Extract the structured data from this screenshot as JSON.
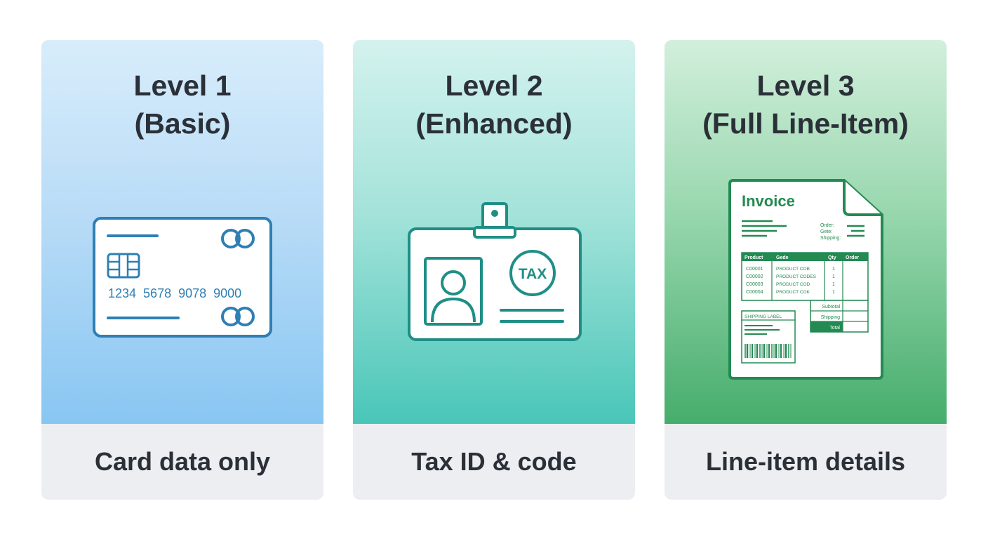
{
  "levels": [
    {
      "title_line1": "Level 1",
      "title_line2": "(Basic)",
      "caption": "Card data only",
      "icon": "credit-card-icon",
      "card_number": "1234  5678  9078  9000"
    },
    {
      "title_line1": "Level 2",
      "title_line2": "(Enhanced)",
      "caption": "Tax ID & code",
      "icon": "tax-id-badge-icon",
      "tax_label": "TAX"
    },
    {
      "title_line1": "Level 3",
      "title_line2": "(Full Line-Item)",
      "caption": "Line-item details",
      "icon": "invoice-icon",
      "invoice": {
        "title": "Invoice",
        "meta": [
          "Order:",
          "Gete:",
          "Shipping:"
        ],
        "columns": [
          "Product",
          "Gede",
          "Qty",
          "Order"
        ],
        "rows": [
          {
            "code": "C00001",
            "product": "PRODUCT COB",
            "qty": "1"
          },
          {
            "code": "C00002",
            "product": "PRODUCT CODES",
            "qty": "1"
          },
          {
            "code": "C00003",
            "product": "PRODUCT COD",
            "qty": "1"
          },
          {
            "code": "C00004",
            "product": "PRODUCT COK",
            "qty": "1"
          }
        ],
        "totals": [
          "Subtotal",
          "Shipping",
          "Total"
        ],
        "shipping_label": "SHIPPING LABEL"
      }
    }
  ],
  "colors": {
    "card_stroke": "#2e7fb4",
    "badge_stroke": "#1f8f86",
    "invoice_stroke": "#238a52",
    "text_dark": "#2b3038",
    "caption_bg": "#eceef1"
  }
}
